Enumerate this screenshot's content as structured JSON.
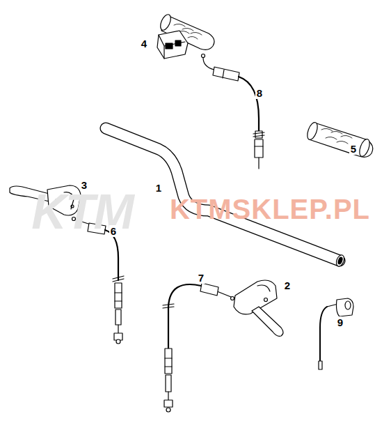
{
  "diagram": {
    "labels": [
      "4",
      "8",
      "5",
      "3",
      "1",
      "KTM",
      "KTMSKLEP.PL",
      "6",
      "7",
      "2",
      "9"
    ]
  }
}
